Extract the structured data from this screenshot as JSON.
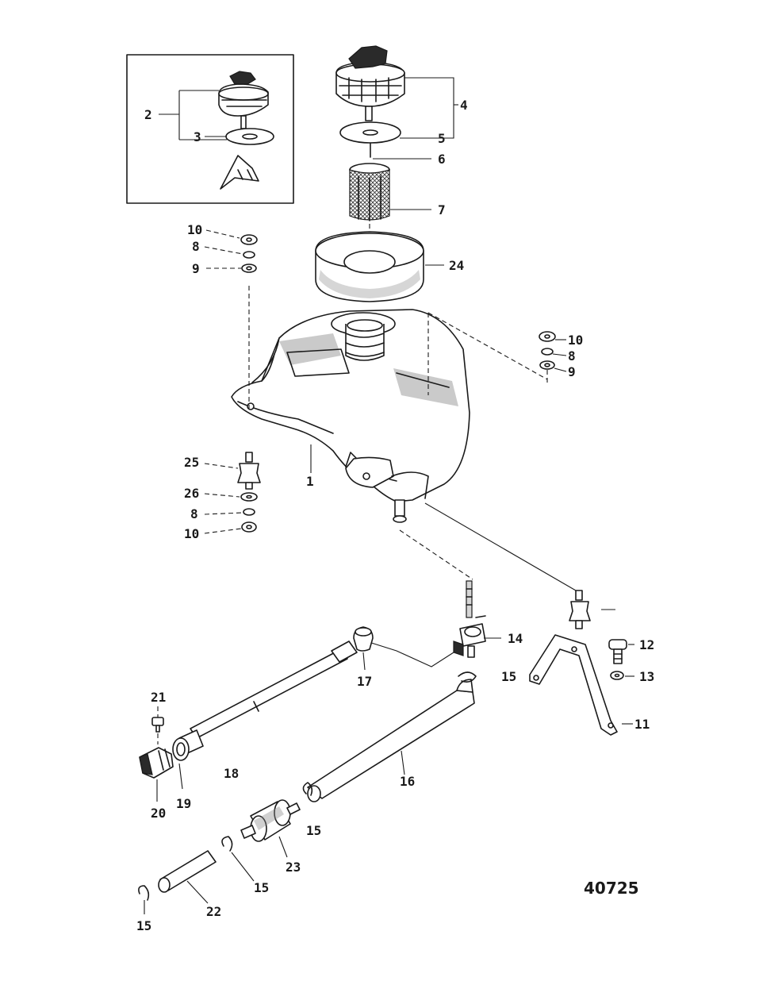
{
  "figure_number": "40725",
  "callouts": {
    "c1": "1",
    "c2": "2",
    "c3": "3",
    "c4": "4",
    "c5": "5",
    "c6": "6",
    "c7": "7",
    "c8a": "8",
    "c8b": "8",
    "c8c": "8",
    "c9a": "9",
    "c9b": "9",
    "c10a": "10",
    "c10b": "10",
    "c10c": "10",
    "c11": "11",
    "c12": "12",
    "c13": "13",
    "c14": "14",
    "c15a": "15",
    "c15b": "15",
    "c15c": "15",
    "c15d": "15",
    "c16": "16",
    "c17": "17",
    "c18": "18",
    "c19": "19",
    "c20": "20",
    "c21": "21",
    "c22": "22",
    "c23": "23",
    "c24": "24",
    "c25": "25",
    "c26": "26"
  }
}
